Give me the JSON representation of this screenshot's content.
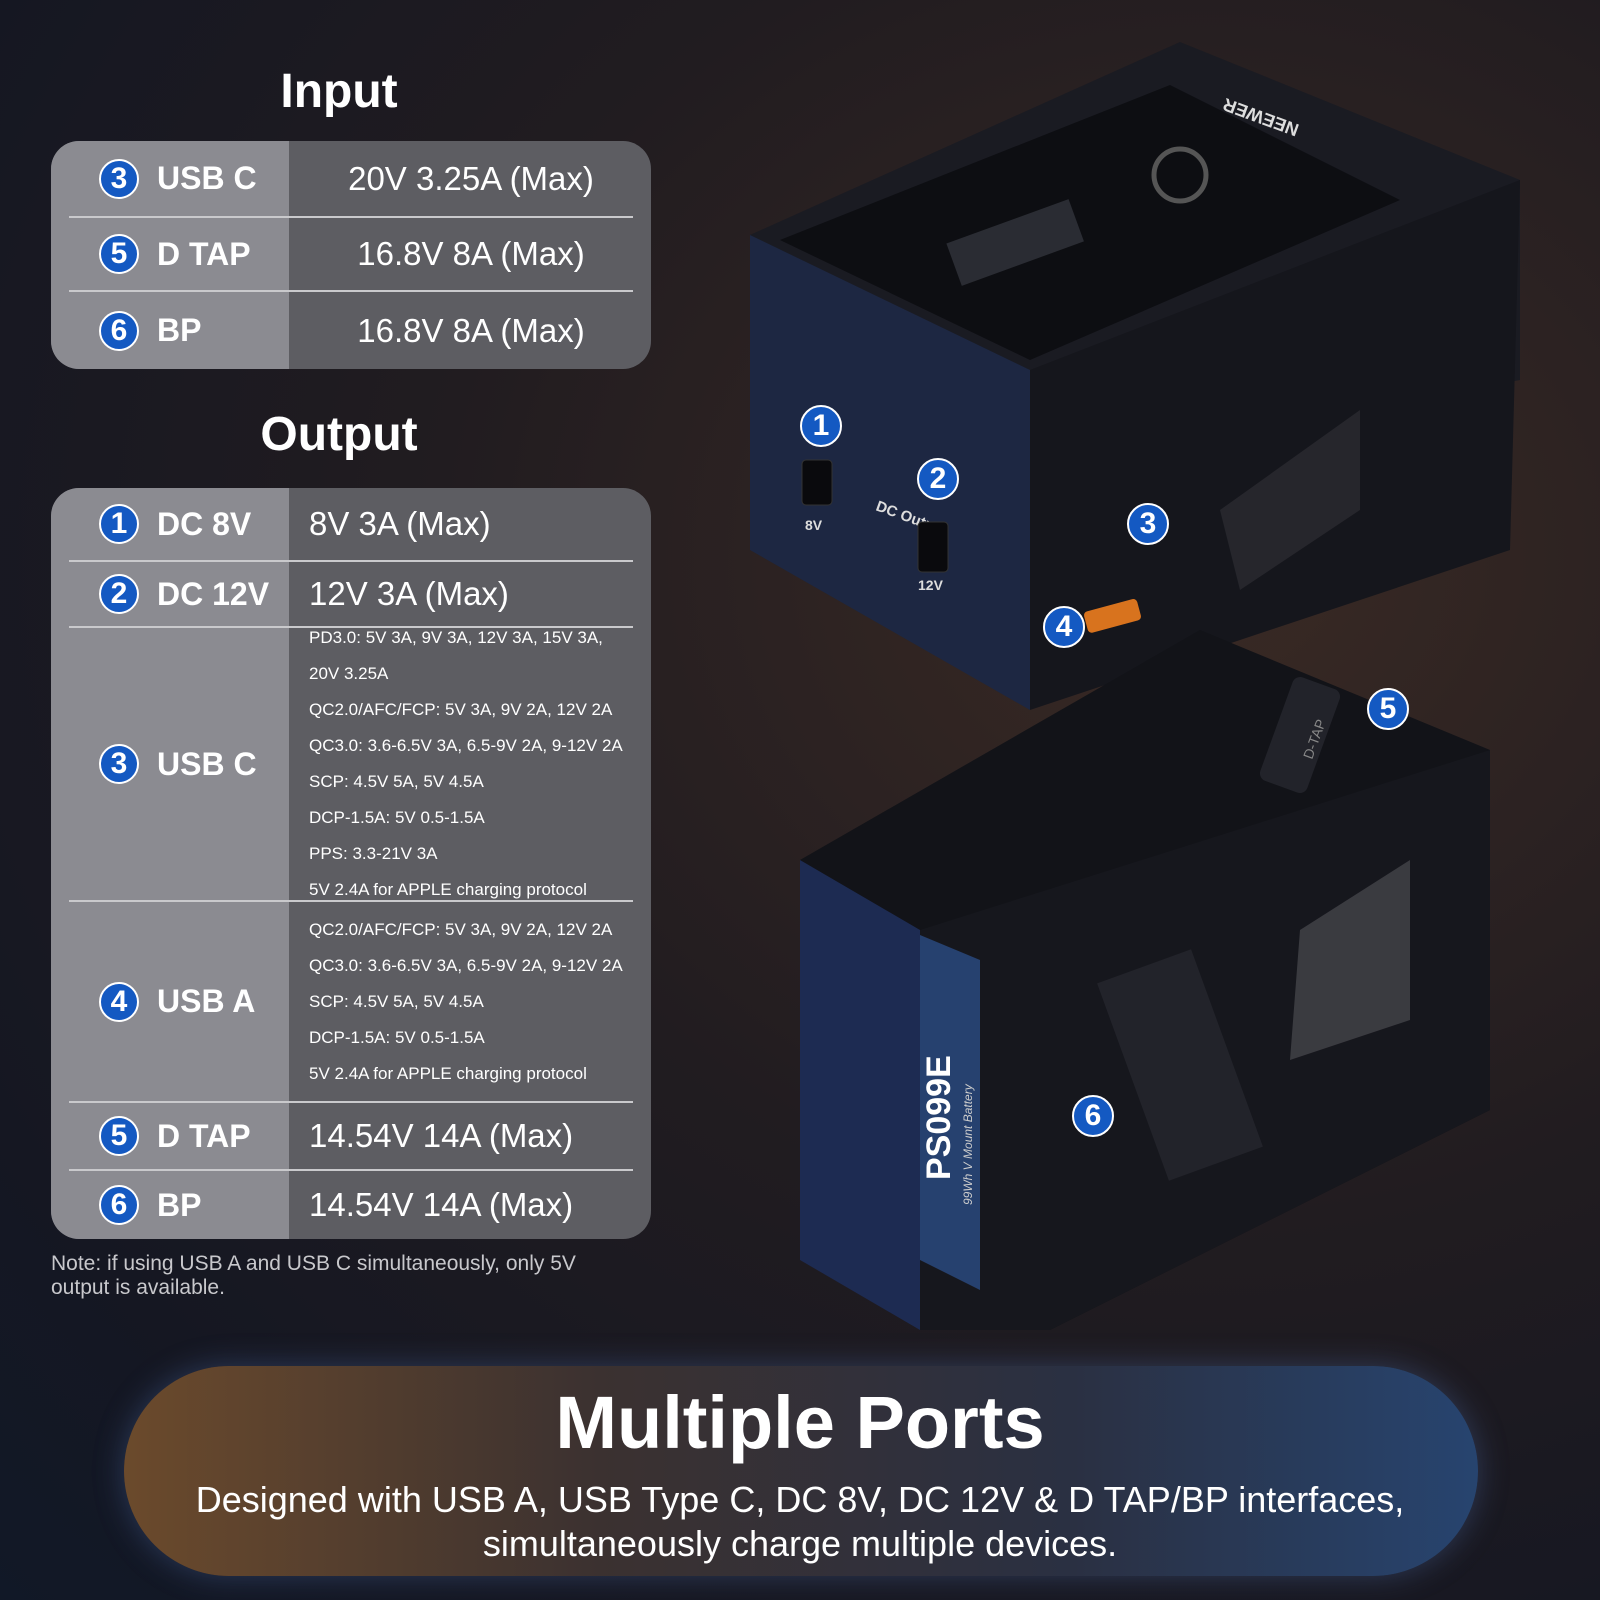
{
  "input": {
    "title": "Input",
    "rows": [
      {
        "num": "3",
        "port": "USB C",
        "value": "20V 3.25A (Max)"
      },
      {
        "num": "5",
        "port": "D TAP",
        "value": "16.8V 8A (Max)"
      },
      {
        "num": "6",
        "port": "BP",
        "value": "16.8V 8A (Max)"
      }
    ]
  },
  "output": {
    "title": "Output",
    "rows": [
      {
        "num": "1",
        "port": "DC 8V",
        "value": "8V 3A (Max)"
      },
      {
        "num": "2",
        "port": "DC 12V",
        "value": "12V 3A (Max)"
      },
      {
        "num": "3",
        "port": "USB C",
        "lines": [
          "PD3.0: 5V 3A, 9V 3A, 12V 3A, 15V 3A, 20V 3.25A",
          "QC2.0/AFC/FCP: 5V 3A, 9V 2A, 12V 2A",
          "QC3.0: 3.6-6.5V 3A, 6.5-9V 2A, 9-12V 2A",
          "SCP: 4.5V 5A, 5V 4.5A",
          "DCP-1.5A: 5V 0.5-1.5A",
          "PPS: 3.3-21V 3A",
          "5V 2.4A for APPLE charging protocol"
        ]
      },
      {
        "num": "4",
        "port": "USB A",
        "lines": [
          "QC2.0/AFC/FCP: 5V 3A, 9V 2A, 12V 2A",
          "QC3.0: 3.6-6.5V 3A, 6.5-9V 2A, 9-12V 2A",
          "SCP: 4.5V 5A, 5V 4.5A",
          "DCP-1.5A: 5V 0.5-1.5A",
          "5V 2.4A for APPLE charging protocol"
        ]
      },
      {
        "num": "5",
        "port": "D TAP",
        "value": "14.54V 14A (Max)"
      },
      {
        "num": "6",
        "port": "BP",
        "value": "14.54V 14A (Max)"
      }
    ]
  },
  "note": "Note: if using USB A and USB C simultaneously, only 5V output is available.",
  "product": {
    "brand": "NEEWER",
    "model": "PS099E",
    "subtitle": "99Wh V Mount Battery",
    "dc_label": "DC Output",
    "dc8": "8V",
    "dc12": "12V",
    "dtap": "D-TAP",
    "markers": [
      "1",
      "2",
      "3",
      "4",
      "5",
      "6"
    ]
  },
  "banner": {
    "title": "Multiple Ports",
    "subtitle_line1": "Designed with USB A, USB Type C, DC 8V, DC 12V & D TAP/BP interfaces,",
    "subtitle_line2": "simultaneously charge multiple devices."
  },
  "colors": {
    "badge": "#1459c2"
  }
}
